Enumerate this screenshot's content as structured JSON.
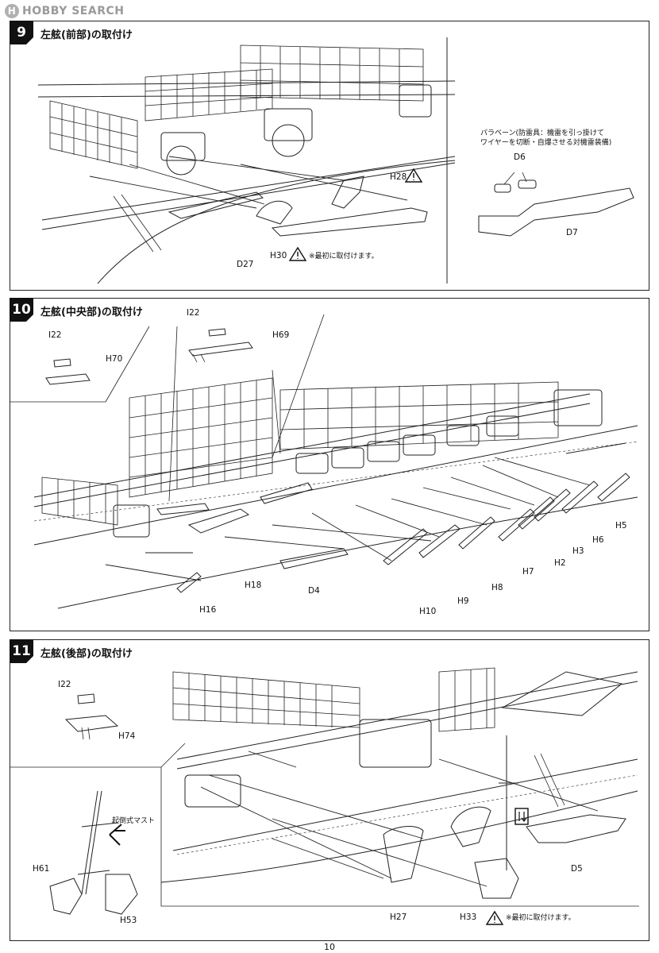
{
  "watermark": {
    "text": "HOBBY SEARCH",
    "badge": "H"
  },
  "page_number": "10",
  "warn_icon": "warning-triangle-icon",
  "steps": [
    {
      "number": "9",
      "title": "左舷(前部)の取付け",
      "labels": {
        "h28": "H28",
        "d27": "D27",
        "h30": "H30",
        "note": "※最初に取付けます。",
        "paravane_line1": "パラベーン(防雷具：機雷を引っ掛けて",
        "paravane_line2": "ワイヤーを切断・自爆させる対機雷装備)",
        "d6": "D6",
        "d7": "D7"
      }
    },
    {
      "number": "10",
      "title": "左舷(中央部)の取付け",
      "labels": {
        "i22a": "I22",
        "h70": "H70",
        "i22b": "I22",
        "h69": "H69",
        "h18": "H18",
        "d4": "D4",
        "h16": "H16",
        "h10": "H10",
        "h9": "H9",
        "h8": "H8",
        "h7": "H7",
        "h2": "H2",
        "h3": "H3",
        "h6": "H6",
        "h5": "H5"
      }
    },
    {
      "number": "11",
      "title": "左舷(後部)の取付け",
      "labels": {
        "i22": "I22",
        "h74": "H74",
        "mast": "起倒式マスト",
        "h61": "H61",
        "h53": "H53",
        "h27": "H27",
        "h33": "H33",
        "note": "※最初に取付けます。",
        "d5": "D5"
      }
    }
  ]
}
